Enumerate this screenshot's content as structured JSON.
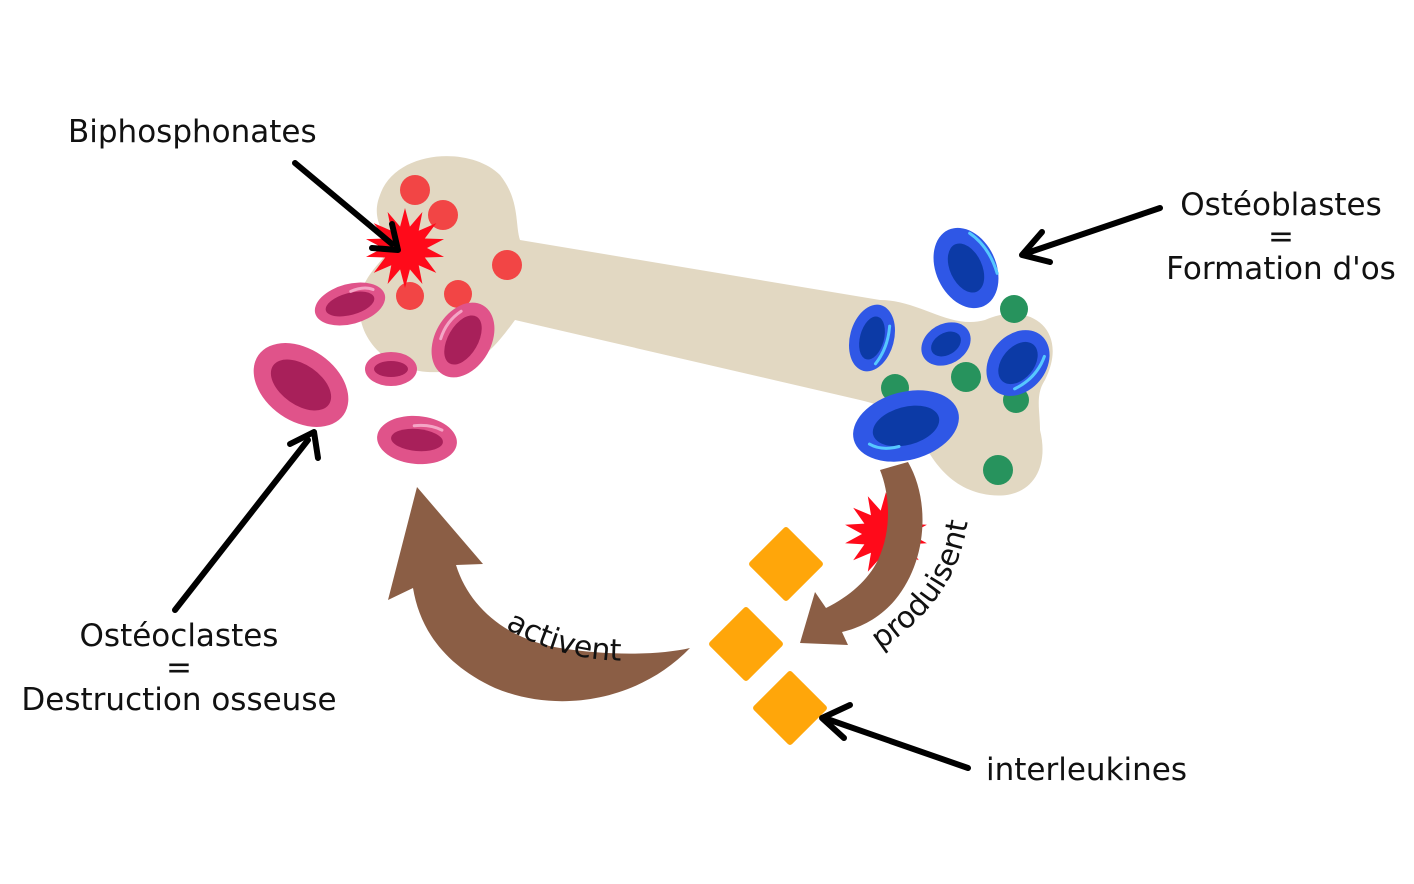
{
  "labels": {
    "biphosphonates": "Biphosphonates",
    "osteoblastes": {
      "name": "Ostéoblastes",
      "equals": "=",
      "role": "Formation d'os"
    },
    "osteoclastes": {
      "name": "Ostéoclastes",
      "equals": "=",
      "role": "Destruction osseuse"
    },
    "interleukines": "interleukines",
    "activent": "activent",
    "produisent": "produisent"
  },
  "colors": {
    "bone": "#e2d8c2",
    "red_dots": "#f24545",
    "burst": "#ff0a1a",
    "osteoclast_cells": "#e0538a",
    "osteoclast_inner": "#a8205a",
    "osteoblast_cells": "#2f57e6",
    "osteoblast_inner": "#0c3aa6",
    "green_dots": "#27935d",
    "interleukin": "#ffa60a",
    "flow_arrows": "#8b5e45",
    "pointer_arrows": "#000000"
  },
  "icons": [
    "bone-icon",
    "osteoclast-cell-icon",
    "osteoblast-cell-icon",
    "burst-icon",
    "interleukin-diamond-icon",
    "arrow-icon"
  ]
}
